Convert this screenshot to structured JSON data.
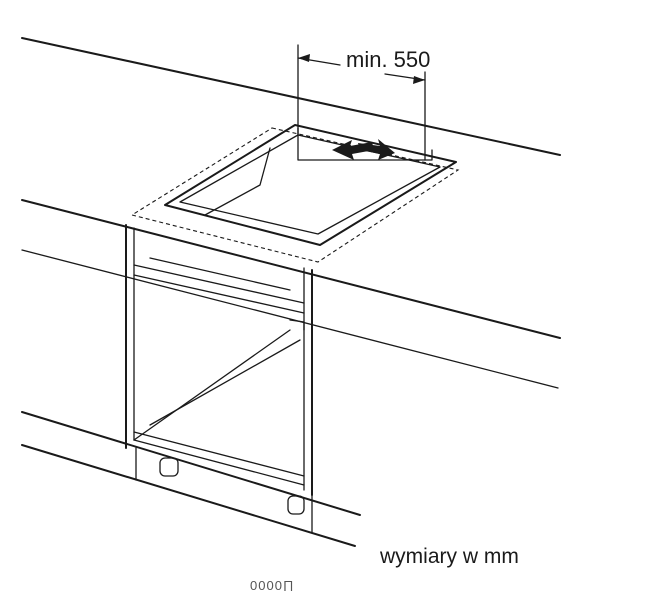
{
  "dimension": {
    "label": "min. 550"
  },
  "units_note": "wymiary w mm",
  "footer_mark": "0000∏"
}
